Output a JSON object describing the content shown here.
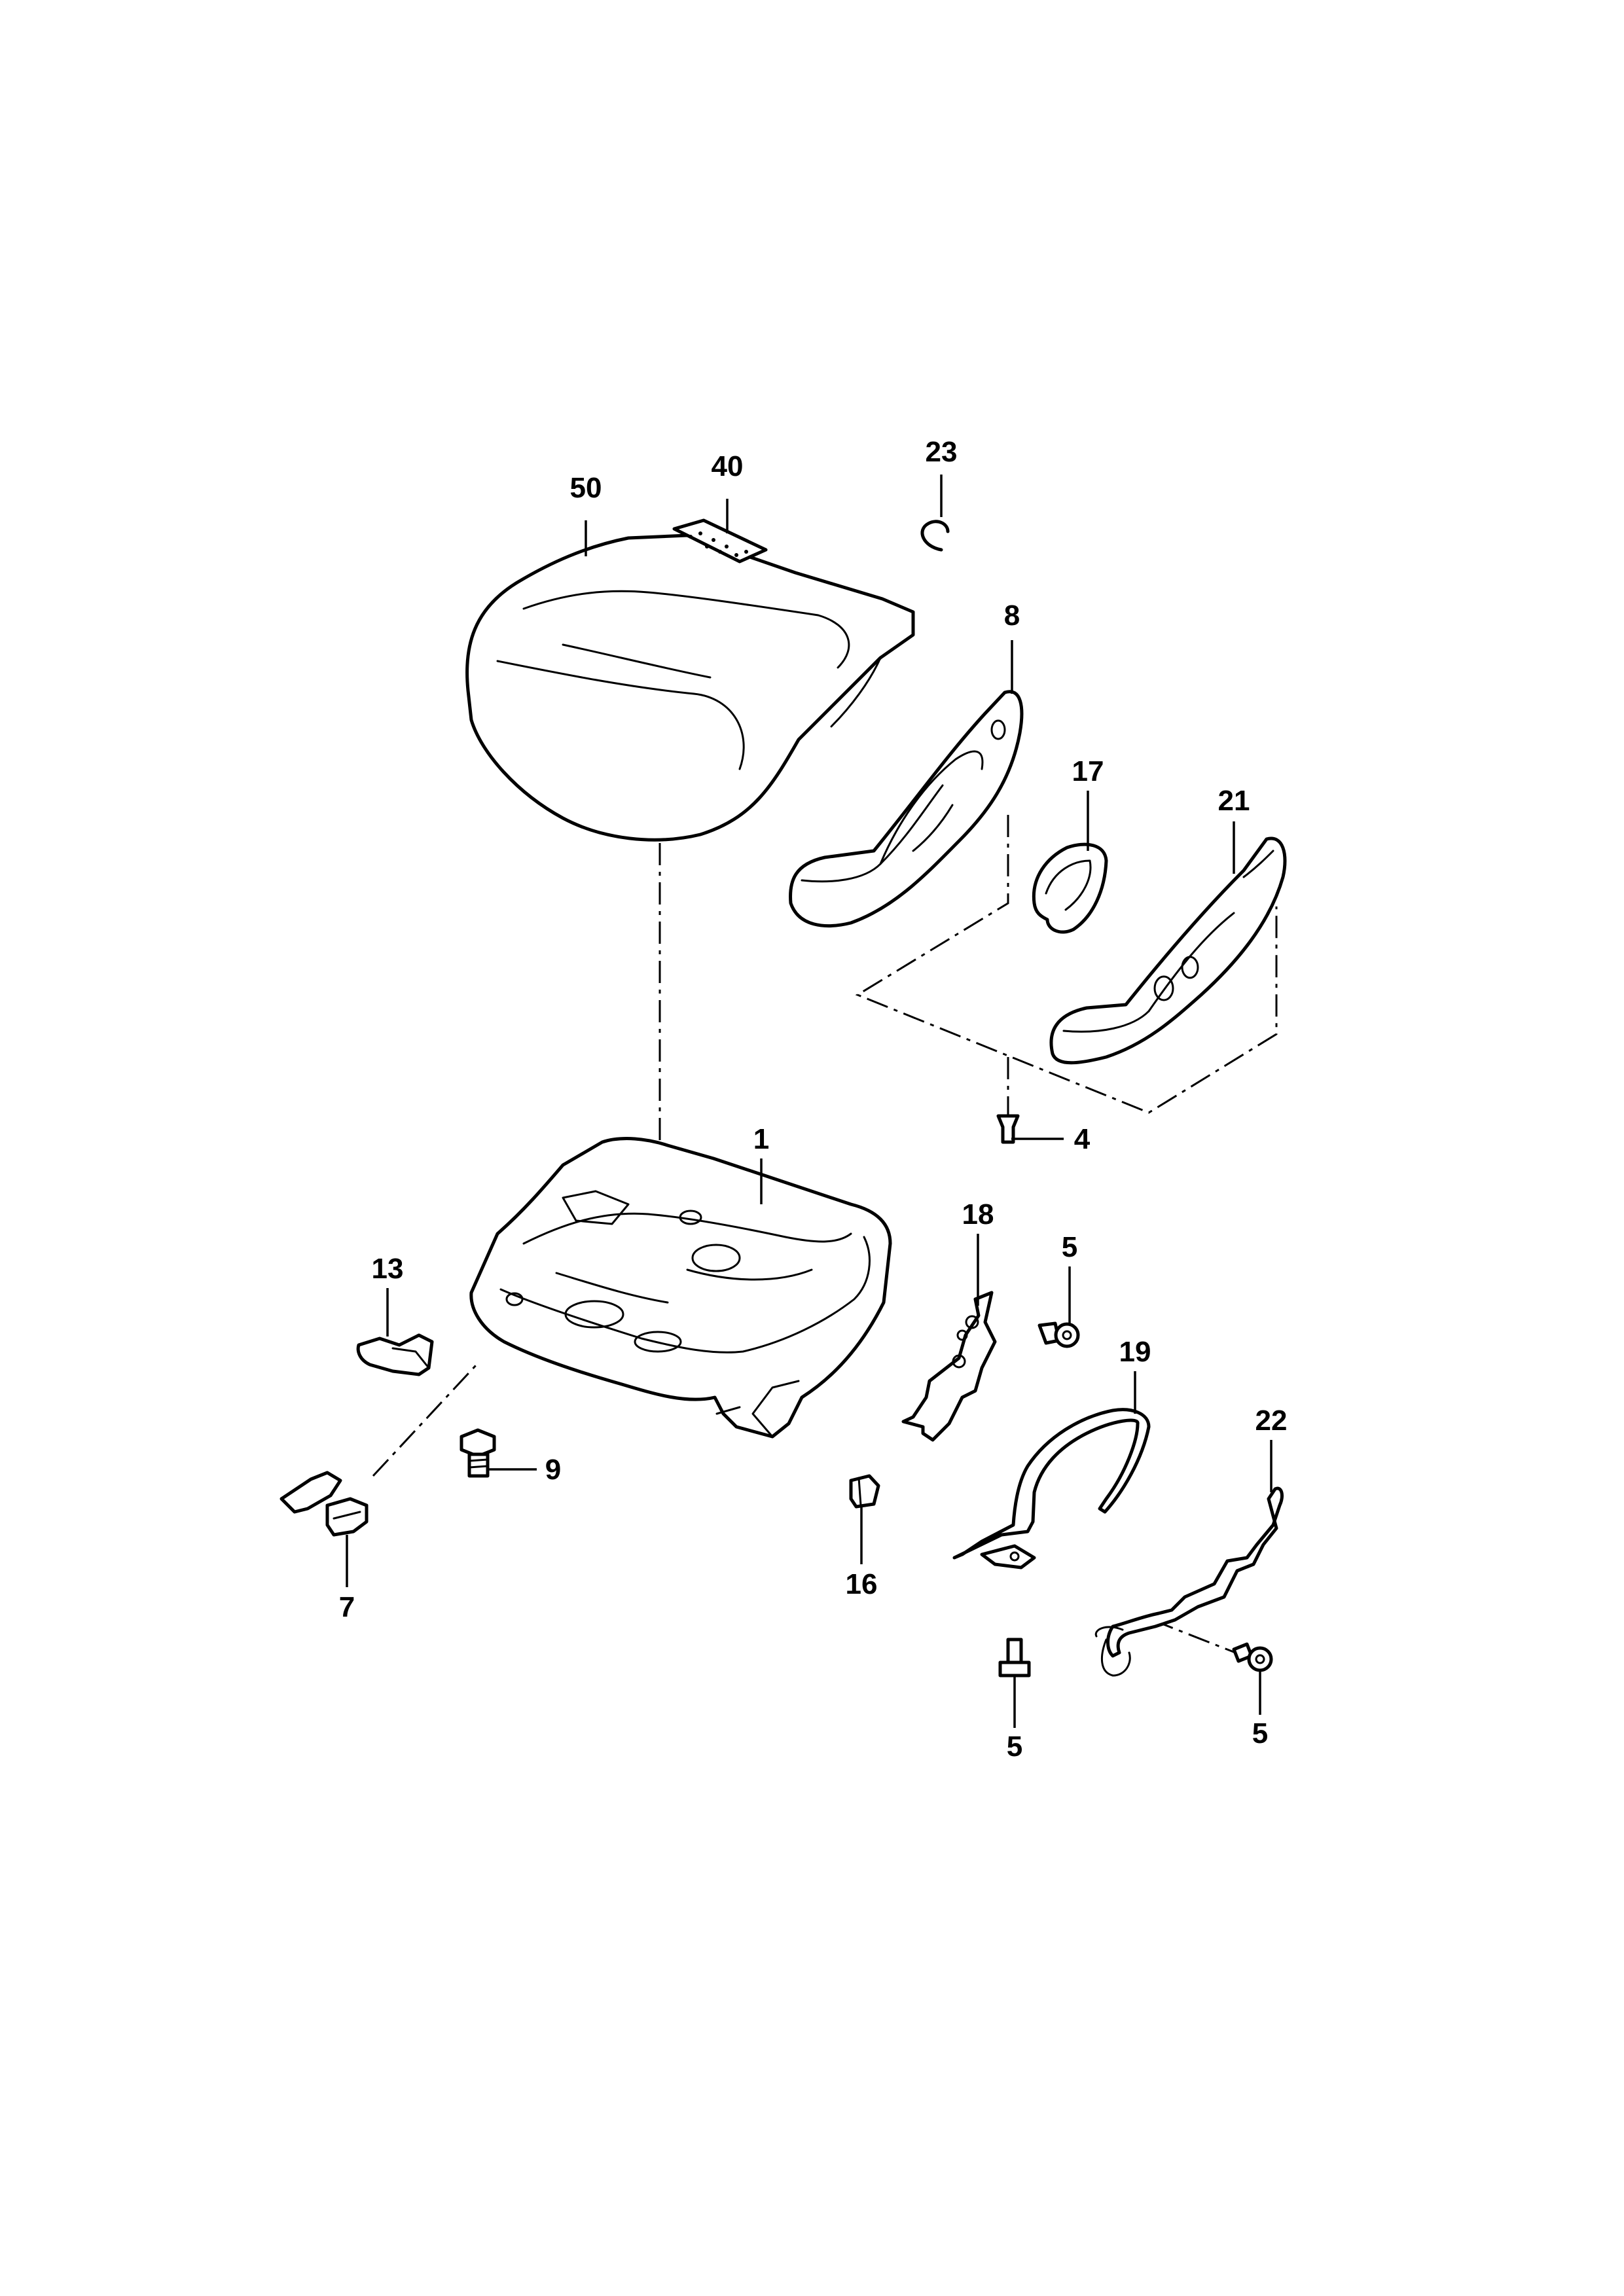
{
  "diagram": {
    "type": "exploded-parts-diagram",
    "colors": {
      "line": "#000000",
      "background": "#ffffff"
    },
    "callouts": [
      {
        "id": "c50",
        "label": "50",
        "part": "seat-cushion-cover"
      },
      {
        "id": "c40",
        "label": "40",
        "part": "heating-pad"
      },
      {
        "id": "c23",
        "label": "23",
        "part": "retaining-clip"
      },
      {
        "id": "c8",
        "label": "8",
        "part": "outer-side-trim"
      },
      {
        "id": "c17",
        "label": "17",
        "part": "trim-cap"
      },
      {
        "id": "c21",
        "label": "21",
        "part": "inner-side-trim"
      },
      {
        "id": "c4",
        "label": "4",
        "part": "expanding-rivet"
      },
      {
        "id": "c1",
        "label": "1",
        "part": "seat-frame"
      },
      {
        "id": "c13",
        "label": "13",
        "part": "cover-cap"
      },
      {
        "id": "c18",
        "label": "18",
        "part": "mounting-bracket"
      },
      {
        "id": "c5a",
        "label": "5",
        "part": "bolt"
      },
      {
        "id": "c19",
        "label": "19",
        "part": "wire-bracket"
      },
      {
        "id": "c22",
        "label": "22",
        "part": "wire-bracket"
      },
      {
        "id": "c9",
        "label": "9",
        "part": "hex-bolt"
      },
      {
        "id": "c16",
        "label": "16",
        "part": "clip"
      },
      {
        "id": "c7",
        "label": "7",
        "part": "cable-clip"
      },
      {
        "id": "c5b",
        "label": "5",
        "part": "bolt"
      },
      {
        "id": "c5c",
        "label": "5",
        "part": "bolt"
      }
    ]
  }
}
